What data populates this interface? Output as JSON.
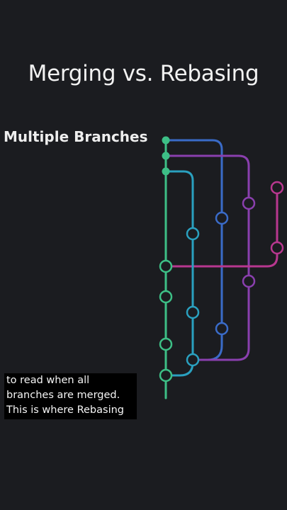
{
  "title": "Merging vs. Rebasing",
  "section_label": "Multiple Branches",
  "caption_lines": [
    "to read when all",
    "branches are merged.",
    "This is where Rebasing"
  ],
  "colors": {
    "background": "#1b1c20",
    "main_branch": "#3dbf86",
    "teal_branch": "#2aa0bf",
    "blue_branch": "#3a6bc8",
    "purple_branch": "#8a3fae",
    "magenta_branch": "#b8378f"
  },
  "branches": [
    {
      "name": "main",
      "color_key": "main_branch"
    },
    {
      "name": "teal",
      "color_key": "teal_branch"
    },
    {
      "name": "blue",
      "color_key": "blue_branch"
    },
    {
      "name": "purple",
      "color_key": "purple_branch"
    },
    {
      "name": "magenta",
      "color_key": "magenta_branch"
    }
  ]
}
